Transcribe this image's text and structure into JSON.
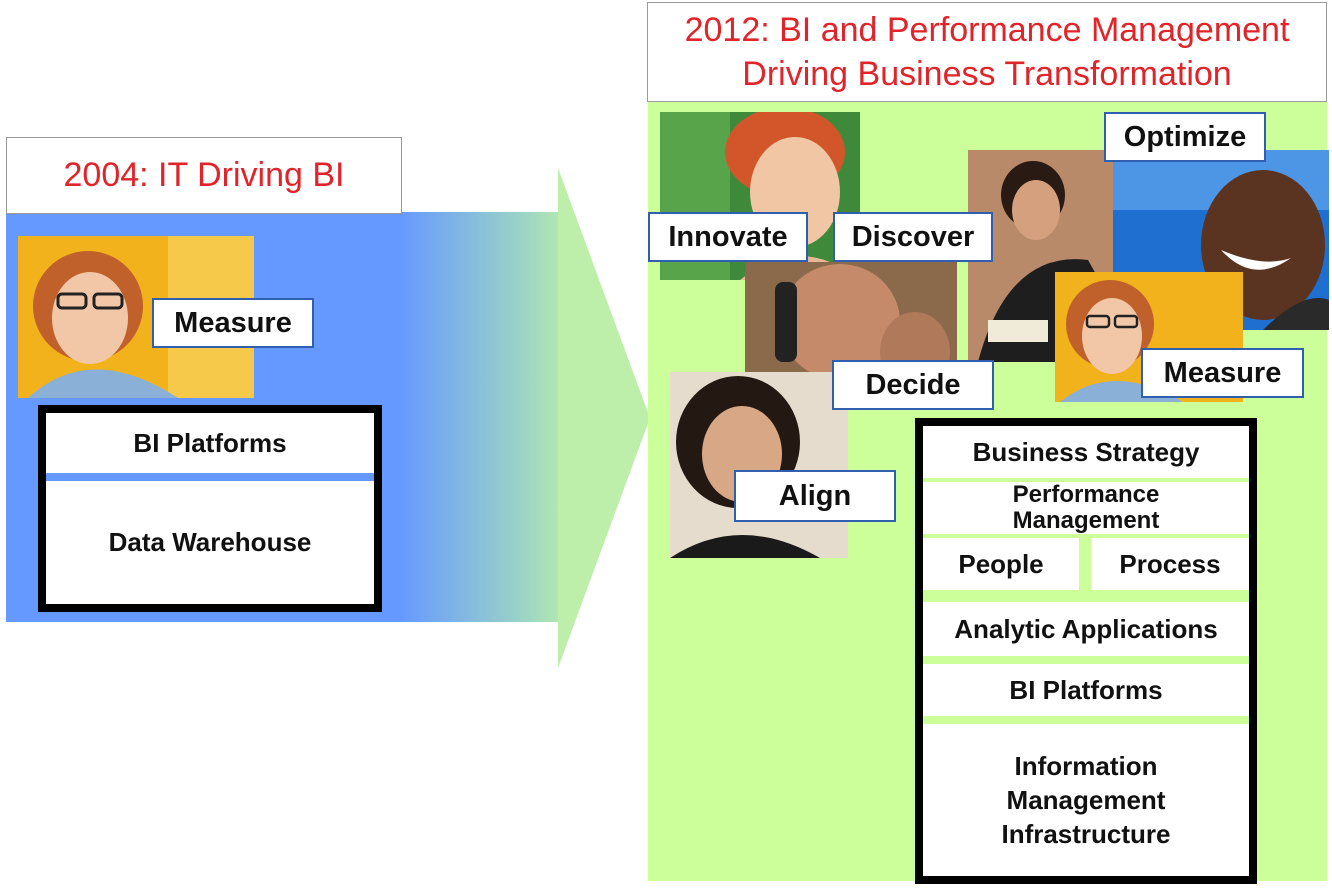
{
  "left": {
    "title": "2004: IT Driving BI",
    "tag": "Measure",
    "stack": {
      "top": "BI Platforms",
      "bottom": "Data Warehouse"
    }
  },
  "right": {
    "title_line1": "2012: BI and Performance Management",
    "title_line2": "Driving Business Transformation",
    "tags": {
      "innovate": "Innovate",
      "discover": "Discover",
      "optimize": "Optimize",
      "decide": "Decide",
      "measure": "Measure",
      "align": "Align"
    },
    "stack": {
      "business_strategy": "Business Strategy",
      "performance_management_l1": "Performance",
      "performance_management_l2": "Management",
      "people": "People",
      "process": "Process",
      "analytic_applications": "Analytic Applications",
      "bi_platforms": "BI Platforms",
      "info_l1": "Information",
      "info_l2": "Management",
      "info_l3": "Infrastructure"
    }
  },
  "colors": {
    "title_red": "#e0242a",
    "left_blue": "#6699ff",
    "right_green": "#ccff99",
    "tag_border": "#2f5fae"
  }
}
